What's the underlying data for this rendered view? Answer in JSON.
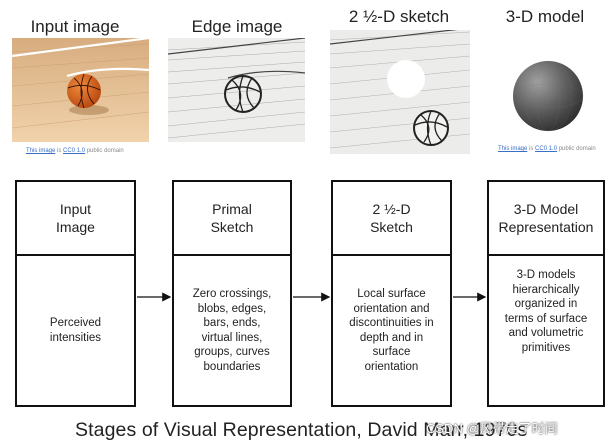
{
  "images": [
    {
      "title": "Input image",
      "caption": {
        "link": "This image",
        "is": "is",
        "license": "CC0 1.0",
        "rest": "public domain"
      }
    },
    {
      "title": "Edge image"
    },
    {
      "title": "2 ½-D sketch"
    },
    {
      "title": "3-D model",
      "caption": {
        "link": "This image",
        "is": "is",
        "license": "CC0 1.0",
        "rest": "public domain"
      }
    }
  ],
  "stages": [
    {
      "title": "Input\nImage",
      "description": "Perceived\nintensities"
    },
    {
      "title": "Primal\nSketch",
      "description": "Zero crossings,\nblobs, edges,\nbars, ends,\nvirtual lines,\ngroups, curves\nboundaries"
    },
    {
      "title": "2 ½-D\nSketch",
      "description": "Local surface\norientation and\ndiscontinuities in\ndepth and in\nsurface\norientation"
    },
    {
      "title": "3-D Model\nRepresentation",
      "description": "3-D models\nhierarchically\norganized in\nterms of surface\nand volumetric\nprimitives"
    }
  ],
  "footer": {
    "title": "Stages of Visual Representation, David Marr, 1970s",
    "watermark": "CSDN @风带走了时间"
  },
  "colors": {
    "ball": "#e06a1e",
    "floor": "#e9c49a",
    "line": "#111111",
    "sphere": "#555555"
  }
}
